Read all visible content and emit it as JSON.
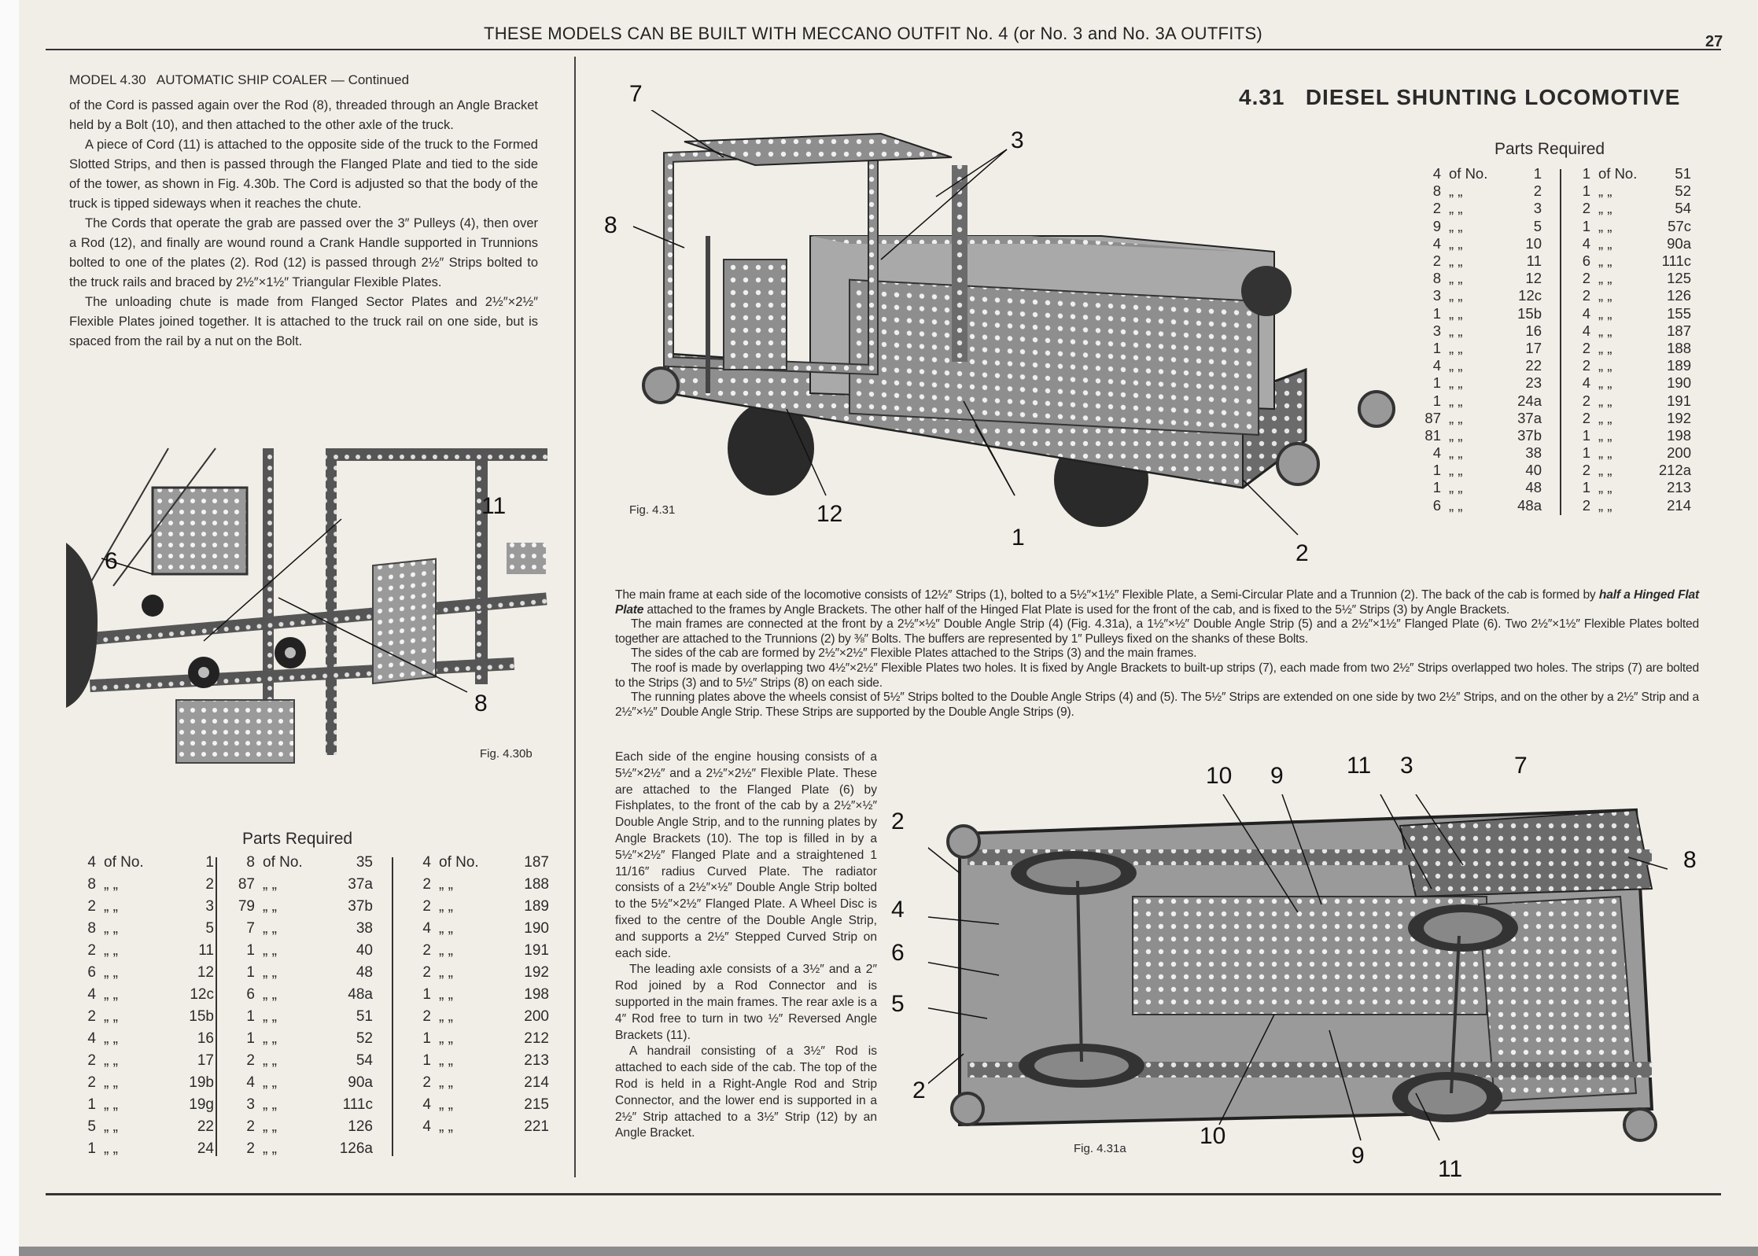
{
  "header": {
    "title": "THESE MODELS CAN BE BUILT WITH MECCANO OUTFIT No. 4 (or No. 3 and No. 3A OUTFITS)",
    "page_number": "27"
  },
  "left": {
    "model_heading": "MODEL 4.30   AUTOMATIC SHIP COALER — Continued",
    "paragraphs": [
      "of the Cord is passed again over the Rod (8), threaded through an Angle Bracket held by a Bolt (10), and then attached to the other axle of the truck.",
      "A piece of Cord (11) is attached to the opposite side of the truck to the Formed Slotted Strips, and then is passed through the Flanged Plate and tied to the side of the tower, as shown in Fig. 4.30b. The Cord is adjusted so that the body of the truck is tipped sideways when it reaches the chute.",
      "The Cords that operate the grab are passed over the 3″ Pulleys (4), then over a Rod (12), and finally are wound round a Crank Handle supported in Trunnions bolted to one of the plates (2). Rod (12) is passed through 2½″ Strips bolted to the truck rails and braced by 2½″×1½″ Triangular Flexible Plates.",
      "The unloading chute is made from Flanged Sector Plates and 2½″×2½″ Flexible Plates joined together. It is attached to the truck rail on one side, but is spaced from the rail by a nut on the Bolt."
    ],
    "figure": {
      "caption": "Fig. 4.30b",
      "callouts": [
        "11",
        "6",
        "8"
      ]
    },
    "parts": {
      "title": "Parts Required",
      "of_label": "of No.",
      "ditto": "„   „",
      "columns": [
        [
          [
            "4",
            "1"
          ],
          [
            "8",
            "2"
          ],
          [
            "2",
            "3"
          ],
          [
            "8",
            "5"
          ],
          [
            "2",
            "11"
          ],
          [
            "6",
            "12"
          ],
          [
            "4",
            "12c"
          ],
          [
            "2",
            "15b"
          ],
          [
            "4",
            "16"
          ],
          [
            "2",
            "17"
          ],
          [
            "2",
            "19b"
          ],
          [
            "1",
            "19g"
          ],
          [
            "5",
            "22"
          ],
          [
            "1",
            "24"
          ]
        ],
        [
          [
            "8",
            "35"
          ],
          [
            "87",
            "37a"
          ],
          [
            "79",
            "37b"
          ],
          [
            "7",
            "38"
          ],
          [
            "1",
            "40"
          ],
          [
            "1",
            "48"
          ],
          [
            "6",
            "48a"
          ],
          [
            "1",
            "51"
          ],
          [
            "1",
            "52"
          ],
          [
            "2",
            "54"
          ],
          [
            "4",
            "90a"
          ],
          [
            "3",
            "111c"
          ],
          [
            "2",
            "126"
          ],
          [
            "2",
            "126a"
          ]
        ],
        [
          [
            "4",
            "187"
          ],
          [
            "2",
            "188"
          ],
          [
            "2",
            "189"
          ],
          [
            "4",
            "190"
          ],
          [
            "2",
            "191"
          ],
          [
            "2",
            "192"
          ],
          [
            "1",
            "198"
          ],
          [
            "2",
            "200"
          ],
          [
            "1",
            "212"
          ],
          [
            "1",
            "213"
          ],
          [
            "2",
            "214"
          ],
          [
            "4",
            "215"
          ],
          [
            "4",
            "221"
          ]
        ]
      ]
    }
  },
  "right": {
    "model_title": "4.31   DIESEL SHUNTING LOCOMOTIVE",
    "figure_main": {
      "caption": "Fig. 4.31",
      "callouts": [
        "7",
        "3",
        "8",
        "12",
        "1",
        "2"
      ]
    },
    "parts": {
      "title": "Parts Required",
      "of_label": "of No.",
      "ditto": "„   „",
      "columns": [
        [
          [
            "4",
            "1"
          ],
          [
            "8",
            "2"
          ],
          [
            "2",
            "3"
          ],
          [
            "9",
            "5"
          ],
          [
            "4",
            "10"
          ],
          [
            "2",
            "11"
          ],
          [
            "8",
            "12"
          ],
          [
            "3",
            "12c"
          ],
          [
            "1",
            "15b"
          ],
          [
            "3",
            "16"
          ],
          [
            "1",
            "17"
          ],
          [
            "4",
            "22"
          ],
          [
            "1",
            "23"
          ],
          [
            "1",
            "24a"
          ],
          [
            "87",
            "37a"
          ],
          [
            "81",
            "37b"
          ],
          [
            "4",
            "38"
          ],
          [
            "1",
            "40"
          ],
          [
            "1",
            "48"
          ],
          [
            "6",
            "48a"
          ]
        ],
        [
          [
            "1",
            "51"
          ],
          [
            "1",
            "52"
          ],
          [
            "2",
            "54"
          ],
          [
            "1",
            "57c"
          ],
          [
            "4",
            "90a"
          ],
          [
            "6",
            "111c"
          ],
          [
            "2",
            "125"
          ],
          [
            "2",
            "126"
          ],
          [
            "4",
            "155"
          ],
          [
            "4",
            "187"
          ],
          [
            "2",
            "188"
          ],
          [
            "2",
            "189"
          ],
          [
            "4",
            "190"
          ],
          [
            "2",
            "191"
          ],
          [
            "2",
            "192"
          ],
          [
            "1",
            "198"
          ],
          [
            "1",
            "200"
          ],
          [
            "2",
            "212a"
          ],
          [
            "1",
            "213"
          ],
          [
            "2",
            "214"
          ]
        ]
      ]
    },
    "main_text": {
      "p1_a": "The main frame at each side of the locomotive consists of 12½″ Strips (1), bolted to a 5½″×1½″ Flexible Plate, a Semi-Circular Plate and a Trunnion (2). The back of the cab is formed by ",
      "p1_em": "half a Hinged Flat Plate",
      "p1_b": " attached to the frames by Angle Brackets. The other half of the Hinged Flat Plate is used for the front of the cab, and is fixed to the 5½″ Strips (3) by Angle Brackets.",
      "p2": "The main frames are connected at the front by a 2½″×½″ Double Angle Strip (4) (Fig. 4.31a), a 1½″×½″ Double Angle Strip (5) and a 2½″×1½″ Flanged Plate (6). Two 2½″×1½″ Flexible Plates bolted together are attached to the Trunnions (2) by ⅜″ Bolts. The buffers are represented by 1″ Pulleys fixed on the shanks of these Bolts.",
      "p3": "The sides of the cab are formed by 2½″×2½″ Flexible Plates attached to the Strips (3) and the main frames.",
      "p4": "The roof is made by overlapping two 4½″×2½″ Flexible Plates two holes. It is fixed by Angle Brackets to built-up strips (7), each made from two 2½″ Strips overlapped two holes. The strips (7) are bolted to the Strips (3) and to 5½″ Strips (8) on each side.",
      "p5": "The running plates above the wheels consist of 5½″ Strips bolted to the Double Angle Strips (4) and (5). The 5½″ Strips are extended on one side by two 2½″ Strips, and on the other by a 2½″ Strip and a 2½″×½″ Double Angle Strip. These Strips are supported by the Double Angle Strips (9)."
    },
    "column_text": [
      "Each side of the engine housing consists of a 5½″×2½″ and a 2½″×2½″ Flexible Plate. These are attached to the Flanged Plate (6) by Fishplates, to the front of the cab by a 2½″×½″ Double Angle Strip, and to the running plates by Angle Brackets (10). The top is filled in by a 5½″×2½″ Flanged Plate and a straightened 1 11/16″ radius Curved Plate. The radiator consists of a 2½″×½″ Double Angle Strip bolted to the 5½″×2½″ Flanged Plate. A Wheel Disc is fixed to the centre of the Double Angle Strip, and supports a 2½″ Stepped Curved Strip on each side.",
      "The leading axle consists of a 3½″ and a 2″ Rod joined by a Rod Connector and is supported in the main frames. The rear axle is a 4″ Rod free to turn in two ½″ Reversed Angle Brackets (11).",
      "A handrail consisting of a 3½″ Rod is attached to each side of the cab. The top of the Rod is held in a Right-Angle Rod and Strip Connector, and the lower end is supported in a 2½″ Strip attached to a 3½″ Strip (12) by an Angle Bracket."
    ],
    "figure_under": {
      "caption": "Fig. 4.31a",
      "callouts": [
        "10",
        "9",
        "11",
        "3",
        "7",
        "8",
        "2",
        "4",
        "6",
        "5",
        "2",
        "10",
        "9",
        "11"
      ]
    }
  }
}
